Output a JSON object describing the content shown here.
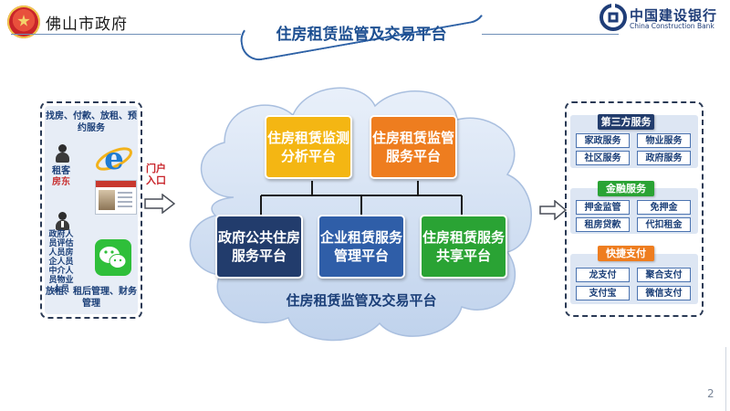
{
  "header": {
    "org_name": "佛山市政府",
    "title": "住房租赁监管及交易平台",
    "bank_name": "中国建设银行",
    "bank_name_en": "China Construction Bank"
  },
  "left_panel": {
    "top_text": "找房、付款、放租、预约服务",
    "tenant_label": "租客",
    "landlord_label": "房东",
    "roles_label": "政府人员评估人员房企人员中介人员物业人员",
    "bottom_text": "放租、租后管理、财务管理"
  },
  "portal_label": "门户入口",
  "cloud": {
    "boxes": [
      {
        "id": "monitor",
        "label": "住房租赁监测分析平台",
        "color": "#f4b613"
      },
      {
        "id": "supervise",
        "label": "住房租赁监管服务平台",
        "color": "#ee7d1f"
      },
      {
        "id": "gov",
        "label": "政府公共住房服务平台",
        "color": "#223c6c"
      },
      {
        "id": "enterprise",
        "label": "企业租赁服务管理平台",
        "color": "#2f5ea8"
      },
      {
        "id": "share",
        "label": "住房租赁服务共享平台",
        "color": "#2aa334"
      }
    ],
    "caption": "住房租赁监管及交易平台"
  },
  "right_panel": {
    "groups": [
      {
        "title": "第三方服务",
        "items": [
          "家政服务",
          "物业服务",
          "社区服务",
          "政府服务"
        ]
      },
      {
        "title": "金融服务",
        "items": [
          "押金监管",
          "免押金",
          "租房贷款",
          "代扣租金"
        ]
      },
      {
        "title": "快捷支付",
        "items": [
          "龙支付",
          "聚合支付",
          "支付宝",
          "微信支付"
        ]
      }
    ]
  },
  "page_number": "2",
  "colors": {
    "navy": "#223c6c",
    "blue": "#2f5ea8",
    "green": "#2aa334",
    "orange": "#ee7d1f",
    "yellow": "#f4b613"
  }
}
